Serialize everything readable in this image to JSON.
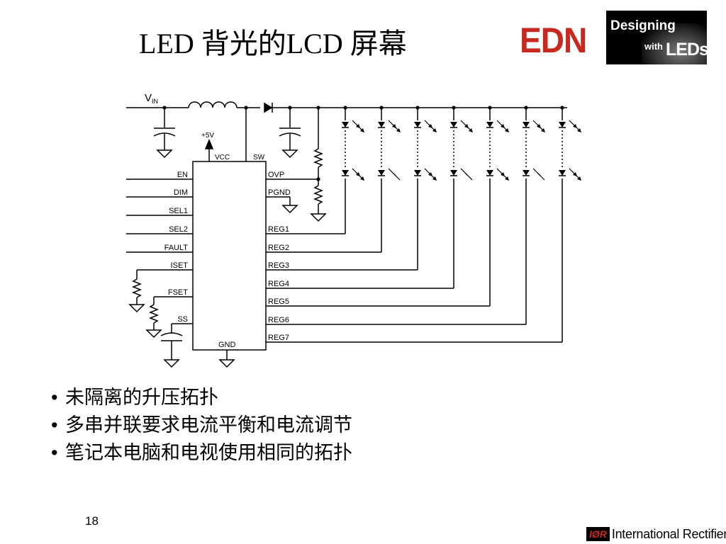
{
  "slide": {
    "title": "LED 背光的LCD 屏幕",
    "page_number": "18"
  },
  "logos": {
    "edn": "EDN",
    "designing_line1": "Designing",
    "designing_line2": "with",
    "designing_line3": "LEDs",
    "ir_mark": "IØR",
    "ir_name": "International Rectifier"
  },
  "schematic": {
    "vin_label": "V",
    "vin_sub": "IN",
    "supply_label": "+5V",
    "top_pins": [
      "VCC",
      "SW"
    ],
    "left_pins": [
      "EN",
      "DIM",
      "SEL1",
      "SEL2",
      "FAULT",
      "ISET",
      "FSET",
      "SS"
    ],
    "right_pins": [
      "OVP",
      "PGND",
      "REG1",
      "REG2",
      "REG3",
      "REG4",
      "REG5",
      "REG6",
      "REG7"
    ],
    "bottom_pin": "GND",
    "led_strings": 7
  },
  "bullets": [
    "未隔离的升压拓扑",
    "多串并联要求电流平衡和电流调节",
    "笔记本电脑和电视使用相同的拓扑"
  ]
}
